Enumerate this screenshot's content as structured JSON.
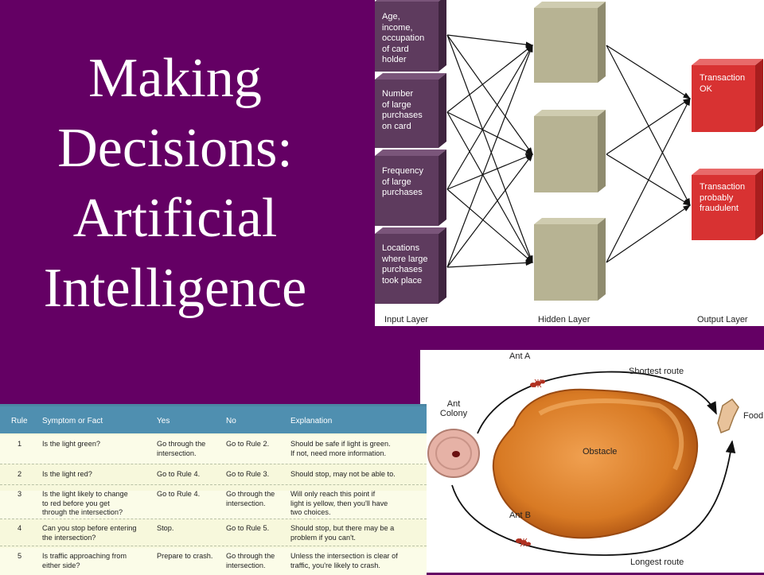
{
  "title_lines": [
    "Making",
    "Decisions:",
    "Artificial",
    "Intelligence"
  ],
  "neural_network": {
    "input_nodes": [
      [
        "Age,",
        "income,",
        "occupation",
        "of card",
        "holder"
      ],
      [
        "Number",
        "of large",
        "purchases",
        "on card"
      ],
      [
        "Frequency",
        "of large",
        "purchases"
      ],
      [
        "Locations",
        "where large",
        "purchases",
        "took place"
      ]
    ],
    "output_nodes": [
      [
        "Transaction",
        "OK"
      ],
      [
        "Transaction",
        "probably",
        "fraudulent"
      ]
    ],
    "layer_labels": {
      "input": "Input Layer",
      "hidden": "Hidden Layer",
      "output": "Output Layer"
    },
    "colors": {
      "input": "#5e3b5e",
      "hidden": "#b7b393",
      "output": "#d83232"
    }
  },
  "ant_diagram": {
    "ant_a": "Ant A",
    "ant_b": "Ant B",
    "shortest": "Shortest route",
    "longest": "Longest route",
    "colony": [
      "Ant",
      "Colony"
    ],
    "food": "Food",
    "obstacle": "Obstacle"
  },
  "rules_table": {
    "headers": [
      "Rule",
      "Symptom or Fact",
      "Yes",
      "No",
      "Explanation"
    ],
    "rows": [
      {
        "rule": "1",
        "fact": [
          "Is the light green?"
        ],
        "yes": [
          "Go through the",
          "intersection."
        ],
        "no": [
          "Go to Rule 2."
        ],
        "explanation": [
          "Should be safe if light is green.",
          "If not, need more information."
        ]
      },
      {
        "rule": "2",
        "fact": [
          "Is the light red?"
        ],
        "yes": [
          "Go to Rule 4."
        ],
        "no": [
          "Go to Rule 3."
        ],
        "explanation": [
          "Should stop, may not be able to."
        ]
      },
      {
        "rule": "3",
        "fact": [
          "Is the light likely to change",
          "to red before you get",
          "through the intersection?"
        ],
        "yes": [
          "Go to Rule 4."
        ],
        "no": [
          "Go through the",
          "intersection."
        ],
        "explanation": [
          "Will only reach this point if",
          "light is yellow, then you'll have",
          "two choices."
        ]
      },
      {
        "rule": "4",
        "fact": [
          "Can you stop before entering",
          "the intersection?"
        ],
        "yes": [
          "Stop."
        ],
        "no": [
          "Go to Rule 5."
        ],
        "explanation": [
          "Should stop, but there may be a",
          "problem if you can't."
        ]
      },
      {
        "rule": "5",
        "fact": [
          "Is traffic approaching from",
          "either side?"
        ],
        "yes": [
          "Prepare to crash."
        ],
        "no": [
          "Go through the",
          "intersection."
        ],
        "explanation": [
          "Unless the intersection is clear of",
          "traffic, you're likely to crash."
        ]
      }
    ]
  }
}
